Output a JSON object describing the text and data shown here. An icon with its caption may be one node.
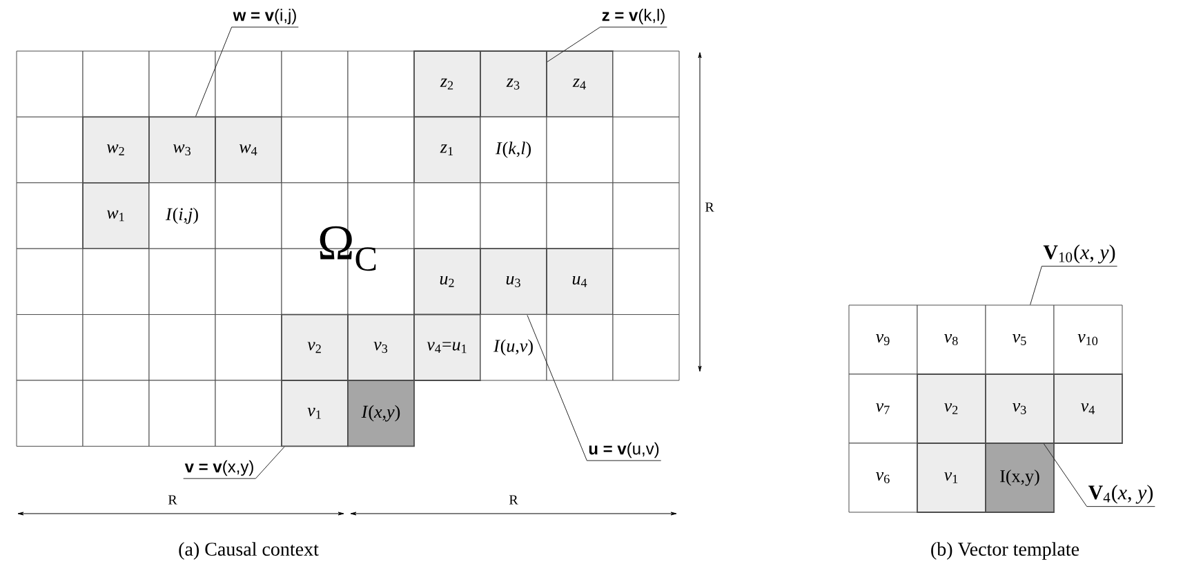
{
  "diagram": {
    "nodes": [
      {
        "text": [
          "**w = v**(i,j)"
        ]
      },
      {
        "text": [
          "**z = v**(k,l)"
        ]
      },
      {
        "text": [],
        "shape": "box"
      },
      {
        "text": [],
        "shape": "box"
      },
      {
        "text": [],
        "shape": "box"
      },
      {
        "text": [],
        "shape": "box"
      },
      {
        "text": [],
        "shape": "box"
      },
      {
        "text": [],
        "shape": "box"
      },
      {
        "text": [
          "*z*$_{2}$"
        ]
      },
      {
        "text": [
          "*z*$_{3}$"
        ]
      },
      {
        "text": [
          "*z*$_{4}$"
        ]
      },
      {
        "text": [],
        "shape": "box"
      },
      {
        "text": [],
        "shape": "box"
      },
      {
        "text": [
          "*w*$_{2}$"
        ]
      },
      {
        "text": [
          "*w*$_{3}$"
        ]
      },
      {
        "text": [
          "*w*$_{4}$"
        ]
      },
      {
        "text": [],
        "shape": "box"
      },
      {
        "text": [],
        "shape": "box"
      },
      {
        "text": [
          "*z*$_{1}$"
        ]
      },
      {
        "text": [
          "*I*(*k*,*l*)"
        ]
      },
      {
        "text": [],
        "shape": "box"
      },
      {
        "text": [],
        "shape": "box"
      },
      {
        "text": [],
        "shape": "box"
      },
      {
        "text": [
          "*w*$_{1}$"
        ]
      },
      {
        "text": [
          "*I*(*i*,*j*)"
        ]
      },
      {
        "text": [],
        "shape": "box"
      },
      {
        "text": [],
        "shape": "box"
      },
      {
        "text": [],
        "shape": "box"
      },
      {
        "text": [],
        "shape": "box"
      },
      {
        "text": [],
        "shape": "box"
      },
      {
        "text": [],
        "shape": "box"
      },
      {
        "text": [],
        "shape": "box"
      },
      {
        "text": [],
        "shape": "box"
      },
      {
        "text": [],
        "shape": "box"
      },
      {
        "text": [],
        "shape": "box"
      },
      {
        "text": [],
        "shape": "box"
      },
      {
        "text": [],
        "shape": "box"
      },
      {
        "text": [],
        "shape": "box"
      },
      {
        "text": [
          "*u*$_{2}$"
        ]
      },
      {
        "text": [
          "*u*$_{3}$"
        ]
      },
      {
        "text": [
          "*u*$_{4}$"
        ]
      },
      {
        "text": [],
        "shape": "box"
      },
      {
        "text": [],
        "shape": "box"
      },
      {
        "text": [],
        "shape": "box"
      },
      {
        "text": [],
        "shape": "box"
      },
      {
        "text": [],
        "shape": "box"
      },
      {
        "text": [
          "*v*$_{2}$"
        ]
      },
      {
        "text": [
          "*v*$_{3}$"
        ]
      },
      {
        "text": [
          "*v*$_{4}$=*u*$_{1}$"
        ]
      },
      {
        "text": [
          "*I*(*u*,*v*)"
        ]
      },
      {
        "text": [],
        "shape": "box"
      },
      {
        "text": [],
        "shape": "box"
      },
      {
        "text": [],
        "shape": "box"
      },
      {
        "text": [],
        "shape": "box"
      },
      {
        "text": [],
        "shape": "box"
      },
      {
        "text": [],
        "shape": "box"
      },
      {
        "text": [
          "*v*$_{1}$"
        ]
      },
      {
        "text": [
          "*I*(*x*,*y*)"
        ]
      },
      {
        "text": [
          "**u = v**(u,v)"
        ]
      },
      {
        "text": [
          "**v = v**(x,y)"
        ]
      },
      {
        "text": [
          "**V**$_{10}$(*x*, *y*)"
        ]
      },
      {
        "text": [
          "*v*$_{9}$"
        ]
      },
      {
        "text": [
          "*v*$_{8}$"
        ]
      },
      {
        "text": [
          "*v*$_{5}$"
        ]
      },
      {
        "text": [
          "*v*$_{10}$"
        ]
      },
      {
        "text": [
          "*v*$_{7}$"
        ]
      },
      {
        "text": [
          "*v*$_{2}$"
        ]
      },
      {
        "text": [
          "*v*$_{3}$"
        ]
      },
      {
        "text": [
          "*v*$_{4}$"
        ]
      },
      {
        "text": [
          "*v*$_{6}$"
        ]
      },
      {
        "text": [
          "*v*$_{1}$"
        ]
      },
      {
        "text": [
          "I(x,y)"
        ]
      },
      {
        "text": [
          "**V**$_{4}$(*x*, *y*)"
        ]
      }
    ],
    "edges": [
      {
        "from": 0,
        "to": 14,
        "arrow": "none"
      },
      {
        "from": 1,
        "to": 9,
        "arrow": "none"
      },
      {
        "from": 58,
        "to": 39,
        "arrow": "none"
      },
      {
        "from": 59,
        "to": 56,
        "arrow": "none"
      },
      {
        "from": 60,
        "to": 63,
        "arrow": "none"
      },
      {
        "from": 72,
        "to": 67,
        "arrow": "none"
      }
    ],
    "labels": [
      "Ω$_{C}$",
      "R",
      "R",
      "R",
      "(a) Causal context",
      "(b) Vector template"
    ]
  }
}
